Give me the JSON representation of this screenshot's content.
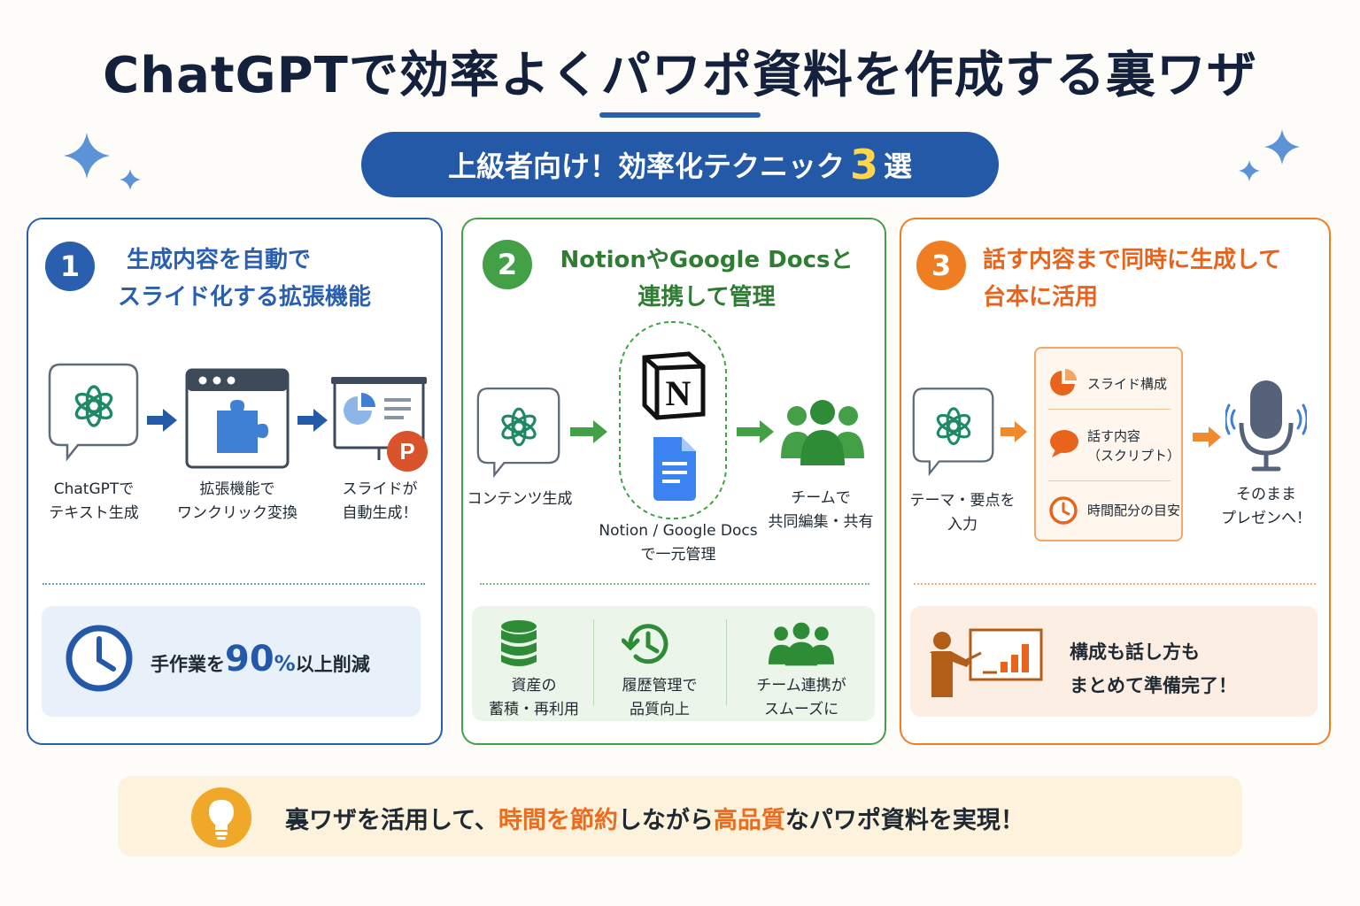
{
  "title": "ChatGPTで効率よくパワポ資料を作成する裏ワザ",
  "subtitle": {
    "before": "上級者向け！効率化テクニック",
    "number": "3",
    "after": "選"
  },
  "colors": {
    "blue": "#2a5fb0",
    "green": "#43a047",
    "orange": "#ef7d22",
    "yellow": "#ffd54a"
  },
  "panels": [
    {
      "number": "1",
      "heading_line1": "生成内容を自動で",
      "heading_line2": "スライド化する拡張機能",
      "steps": [
        {
          "icon": "chatgpt-logo-icon",
          "caption_line1": "ChatGPTで",
          "caption_line2": "テキスト生成"
        },
        {
          "icon": "puzzle-extension-icon",
          "caption_line1": "拡張機能で",
          "caption_line2": "ワンクリック変換"
        },
        {
          "icon": "slide-presentation-icon",
          "caption_line1": "スライドが",
          "caption_line2": "自動生成！"
        }
      ],
      "bottom": {
        "icon": "clock-icon",
        "text_before": "手作業を",
        "value": "90",
        "unit": "%",
        "text_after": "以上削減"
      }
    },
    {
      "number": "2",
      "heading_line1": "NotionやGoogle Docsと",
      "heading_line2": "連携して管理",
      "steps": [
        {
          "icon": "chatgpt-logo-icon",
          "caption_line1": "コンテンツ生成"
        },
        {
          "icon": "notion-google-docs-icon",
          "caption_line1": "Notion / Google Docs",
          "caption_line2": "で一元管理",
          "notion_letter": "N"
        },
        {
          "icon": "team-icon",
          "caption_line1": "チームで",
          "caption_line2": "共同編集・共有"
        }
      ],
      "benefits": [
        {
          "icon": "database-icon",
          "line1": "資産の",
          "line2": "蓄積・再利用"
        },
        {
          "icon": "history-icon",
          "line1": "履歴管理で",
          "line2": "品質向上"
        },
        {
          "icon": "team-icon",
          "line1": "チーム連携が",
          "line2": "スムーズに"
        }
      ]
    },
    {
      "number": "3",
      "heading_line1": "話す内容まで同時に生成して",
      "heading_line2": "台本に活用",
      "steps": [
        {
          "icon": "chatgpt-logo-icon",
          "caption_line1": "テーマ・要点を",
          "caption_line2": "入力"
        },
        {
          "icon": "microphone-icon",
          "caption_line1": "そのまま",
          "caption_line2": "プレゼンへ！"
        }
      ],
      "outputs": [
        {
          "icon": "pie-chart-icon",
          "label_line1": "スライド構成"
        },
        {
          "icon": "speech-bubble-icon",
          "label_line1": "話す内容",
          "label_line2": "（スクリプト）"
        },
        {
          "icon": "clock-icon",
          "label_line1": "時間配分の目安"
        }
      ],
      "bottom": {
        "icon": "presenter-icon",
        "line1": "構成も話し方も",
        "line2": "まとめて準備完了！"
      }
    }
  ],
  "footer": {
    "icon": "lightbulb-icon",
    "part1": "裏ワザを活用して、",
    "highlight1": "時間を節約",
    "part2": "しながら",
    "highlight2": "高品質",
    "part3": "なパワポ資料を実現！"
  }
}
